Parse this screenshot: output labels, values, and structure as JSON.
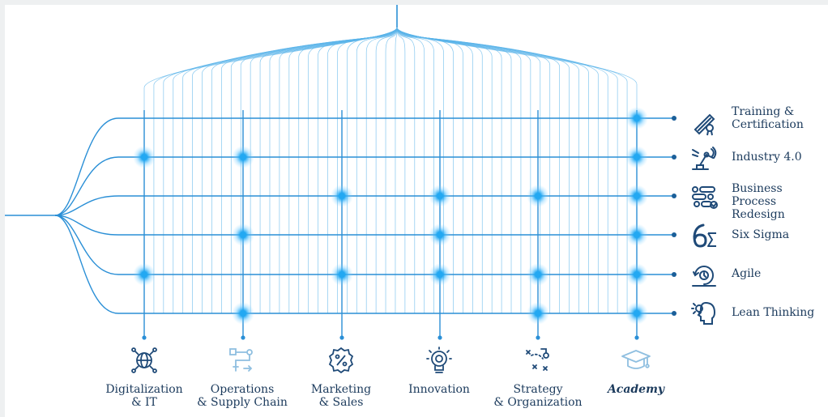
{
  "colors": {
    "line": "#2a8fd6",
    "fan": "#5bb4ea",
    "glow": "#22a8f2",
    "text": "#1b3a5c",
    "icon": "#1f4a78",
    "icon_light": "#8fbfe0"
  },
  "rows": [
    {
      "label": "Training &\nCertification",
      "icon": "diploma-icon"
    },
    {
      "label": "Industry 4.0",
      "icon": "robot-arm-icon"
    },
    {
      "label": "Business Process\nRedesign",
      "icon": "process-flow-icon"
    },
    {
      "label": "Six Sigma",
      "icon": "six-sigma-icon"
    },
    {
      "label": "Agile",
      "icon": "agile-cycle-icon"
    },
    {
      "label": "Lean Thinking",
      "icon": "lightbulb-head-icon"
    }
  ],
  "columns": [
    {
      "label": "Digitalization\n& IT",
      "icon": "globe-network-icon",
      "emphasis": false
    },
    {
      "label": "Operations\n& Supply Chain",
      "icon": "supply-chain-icon",
      "emphasis": false
    },
    {
      "label": "Marketing\n& Sales",
      "icon": "percent-badge-icon",
      "emphasis": false
    },
    {
      "label": "Innovation",
      "icon": "lightbulb-gear-icon",
      "emphasis": false
    },
    {
      "label": "Strategy\n& Organization",
      "icon": "strategy-board-icon",
      "emphasis": false
    },
    {
      "label": "Academy",
      "icon": "graduation-cap-icon",
      "emphasis": true
    }
  ],
  "intersections": [
    {
      "row": 0,
      "col": 5
    },
    {
      "row": 1,
      "col": 0
    },
    {
      "row": 1,
      "col": 1
    },
    {
      "row": 1,
      "col": 5
    },
    {
      "row": 2,
      "col": 2
    },
    {
      "row": 2,
      "col": 3
    },
    {
      "row": 2,
      "col": 4
    },
    {
      "row": 2,
      "col": 5
    },
    {
      "row": 3,
      "col": 1
    },
    {
      "row": 3,
      "col": 3
    },
    {
      "row": 3,
      "col": 5
    },
    {
      "row": 4,
      "col": 0
    },
    {
      "row": 4,
      "col": 2
    },
    {
      "row": 4,
      "col": 3
    },
    {
      "row": 4,
      "col": 4
    },
    {
      "row": 4,
      "col": 5
    },
    {
      "row": 5,
      "col": 1
    },
    {
      "row": 5,
      "col": 4
    },
    {
      "row": 5,
      "col": 5
    }
  ]
}
